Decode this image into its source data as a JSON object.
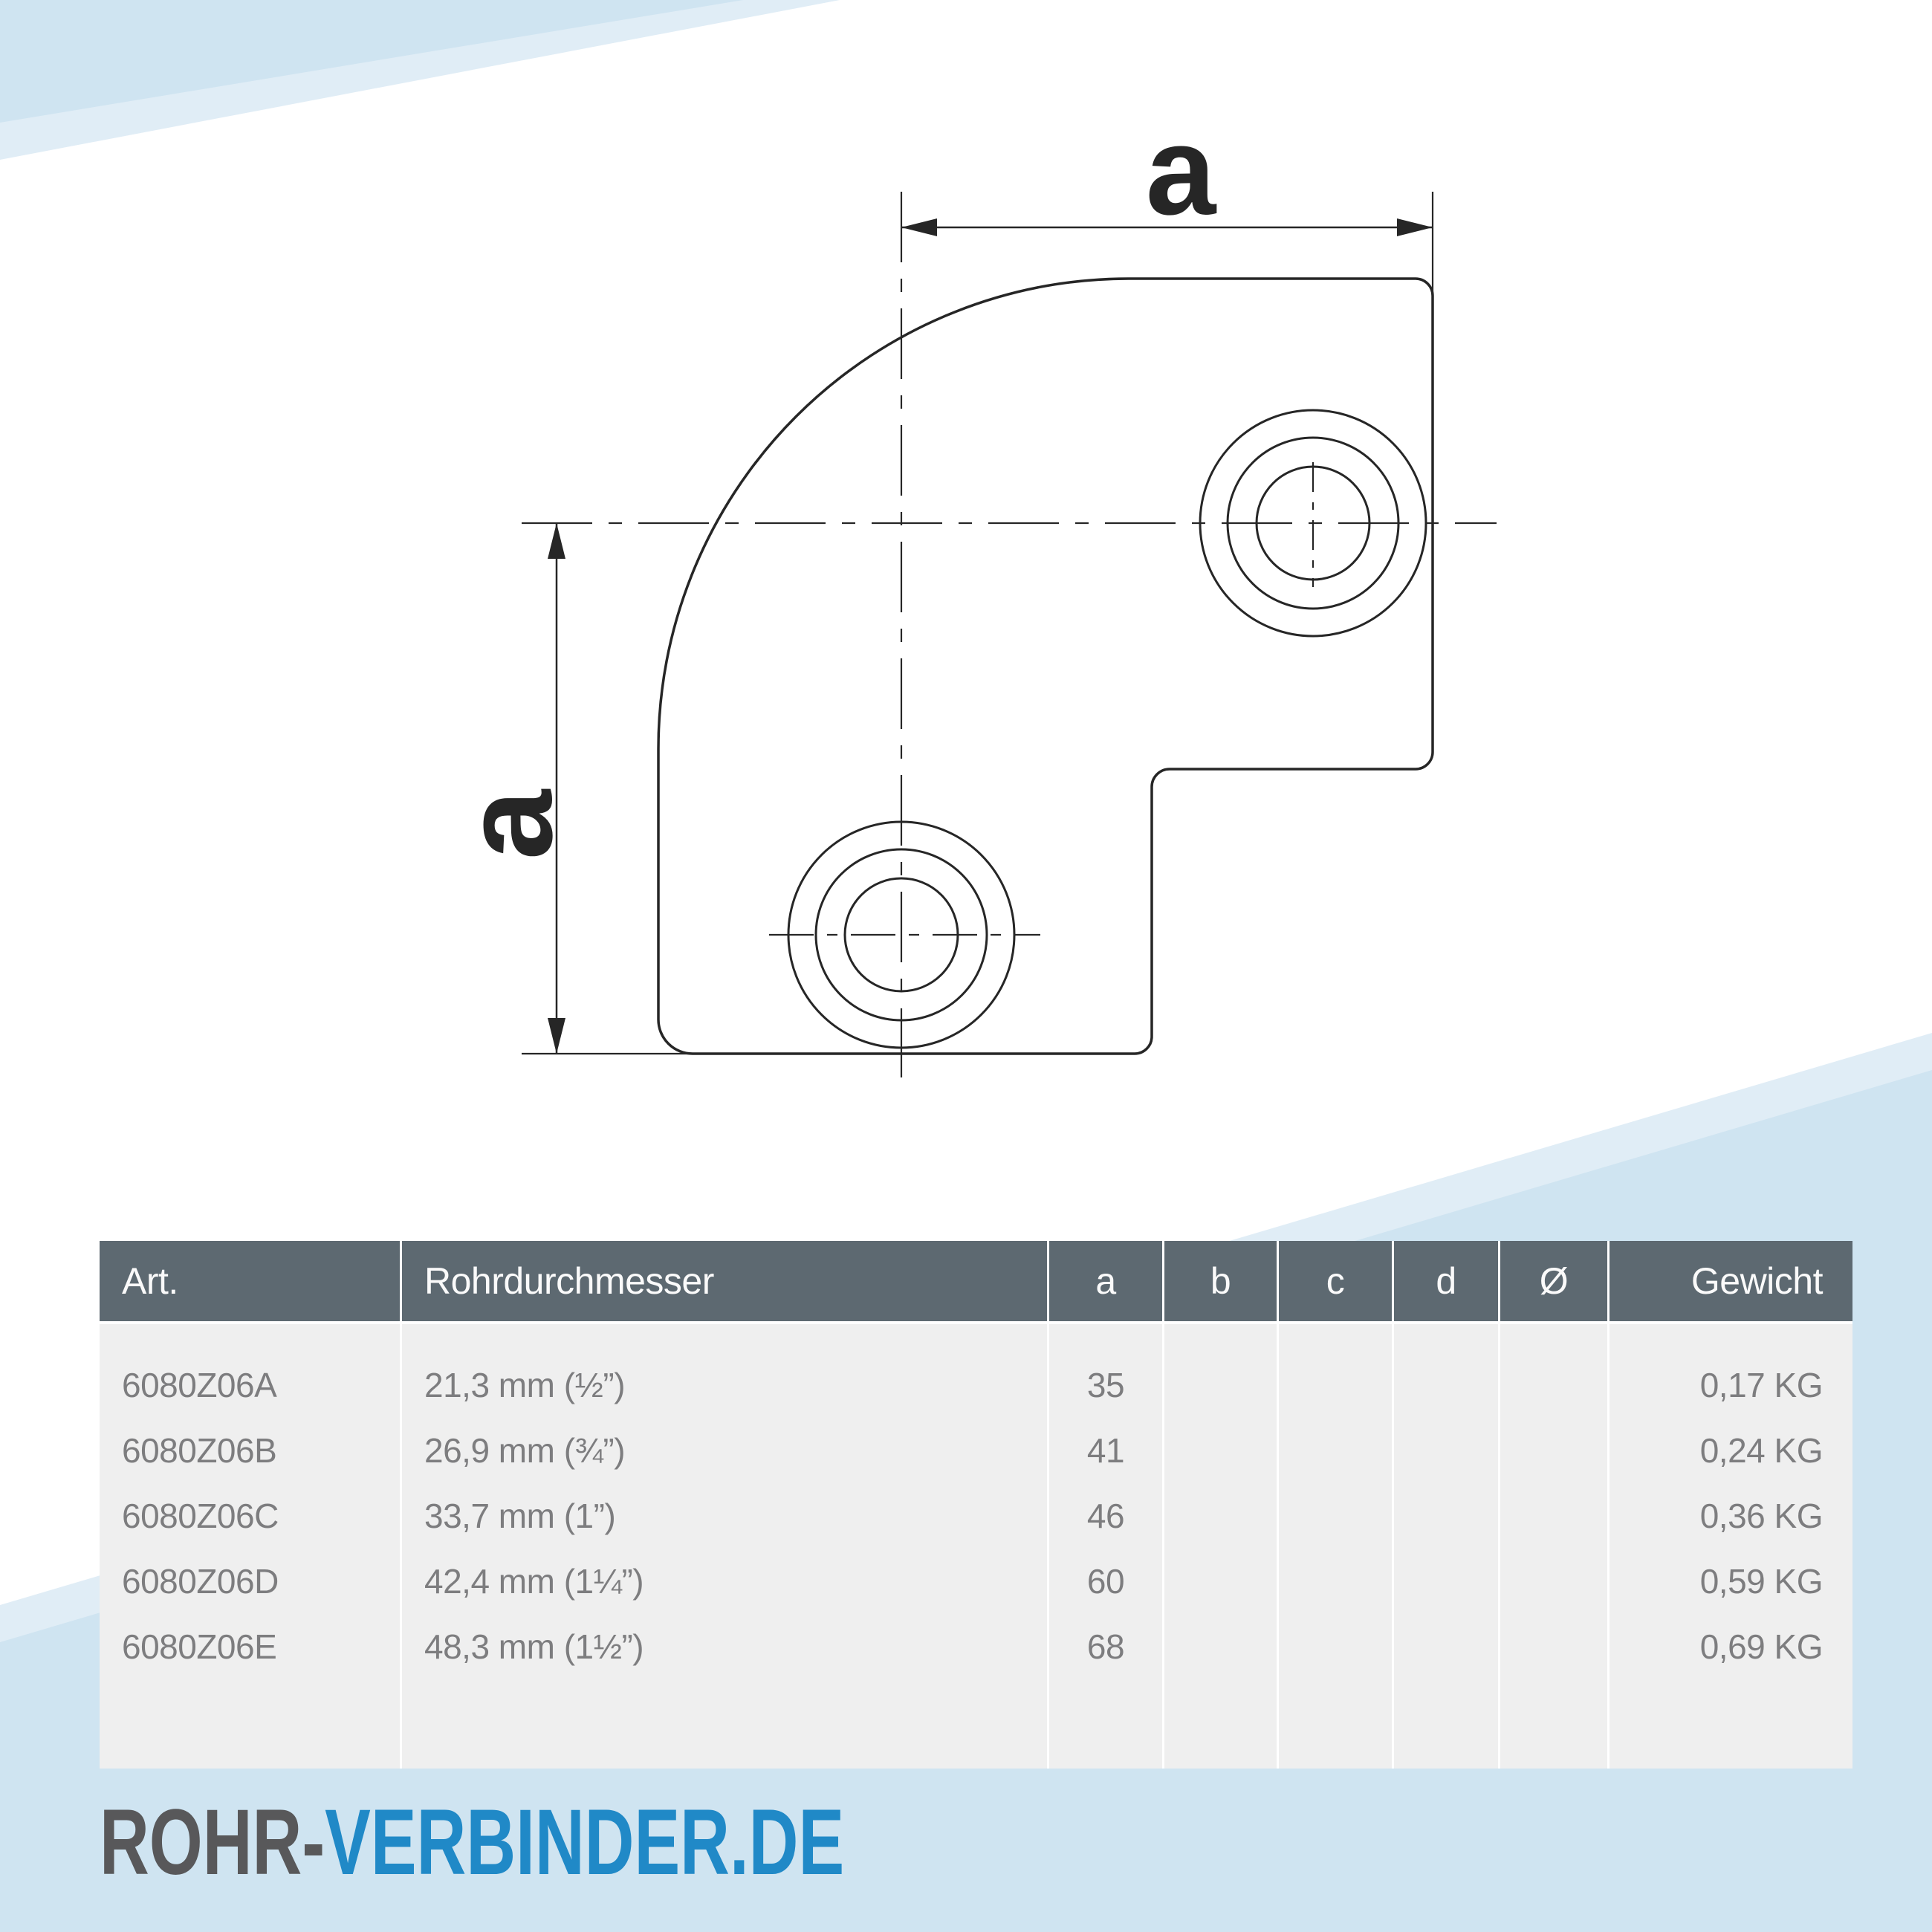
{
  "drawing": {
    "dim_top_label": "a",
    "dim_left_label": "a"
  },
  "table": {
    "headers": {
      "art": "Art.",
      "diameter": "Rohrdurchmesser",
      "a": "a",
      "b": "b",
      "c": "c",
      "d": "d",
      "diam": "Ø",
      "weight": "Gewicht"
    },
    "rows": [
      {
        "art": "6080Z06A",
        "diameter": "21,3 mm (½”)",
        "a": "35",
        "b": "",
        "c": "",
        "d": "",
        "diam": "",
        "weight": "0,17 KG"
      },
      {
        "art": "6080Z06B",
        "diameter": "26,9 mm (¾”)",
        "a": "41",
        "b": "",
        "c": "",
        "d": "",
        "diam": "",
        "weight": "0,24 KG"
      },
      {
        "art": "6080Z06C",
        "diameter": "33,7 mm (1”)",
        "a": "46",
        "b": "",
        "c": "",
        "d": "",
        "diam": "",
        "weight": "0,36 KG"
      },
      {
        "art": "6080Z06D",
        "diameter": "42,4 mm (1¼”)",
        "a": "60",
        "b": "",
        "c": "",
        "d": "",
        "diam": "",
        "weight": "0,59 KG"
      },
      {
        "art": "6080Z06E",
        "diameter": "48,3 mm (1½”)",
        "a": "68",
        "b": "",
        "c": "",
        "d": "",
        "diam": "",
        "weight": "0,69 KG"
      }
    ]
  },
  "logo": {
    "prefix": "ROHR-",
    "suffix": "VERBINDER.DE"
  },
  "colors": {
    "accent_blue": "#2089c7",
    "logo_gray": "#58585a",
    "table_header_bg": "#5d6971",
    "table_header_text": "#fafafa",
    "row_bg": "#efefef",
    "row_text": "#7d7d7f",
    "wedge_blue": "#cfe4f1",
    "wedge_blue_light": "#e0edf6",
    "drawing_line": "#262626"
  }
}
